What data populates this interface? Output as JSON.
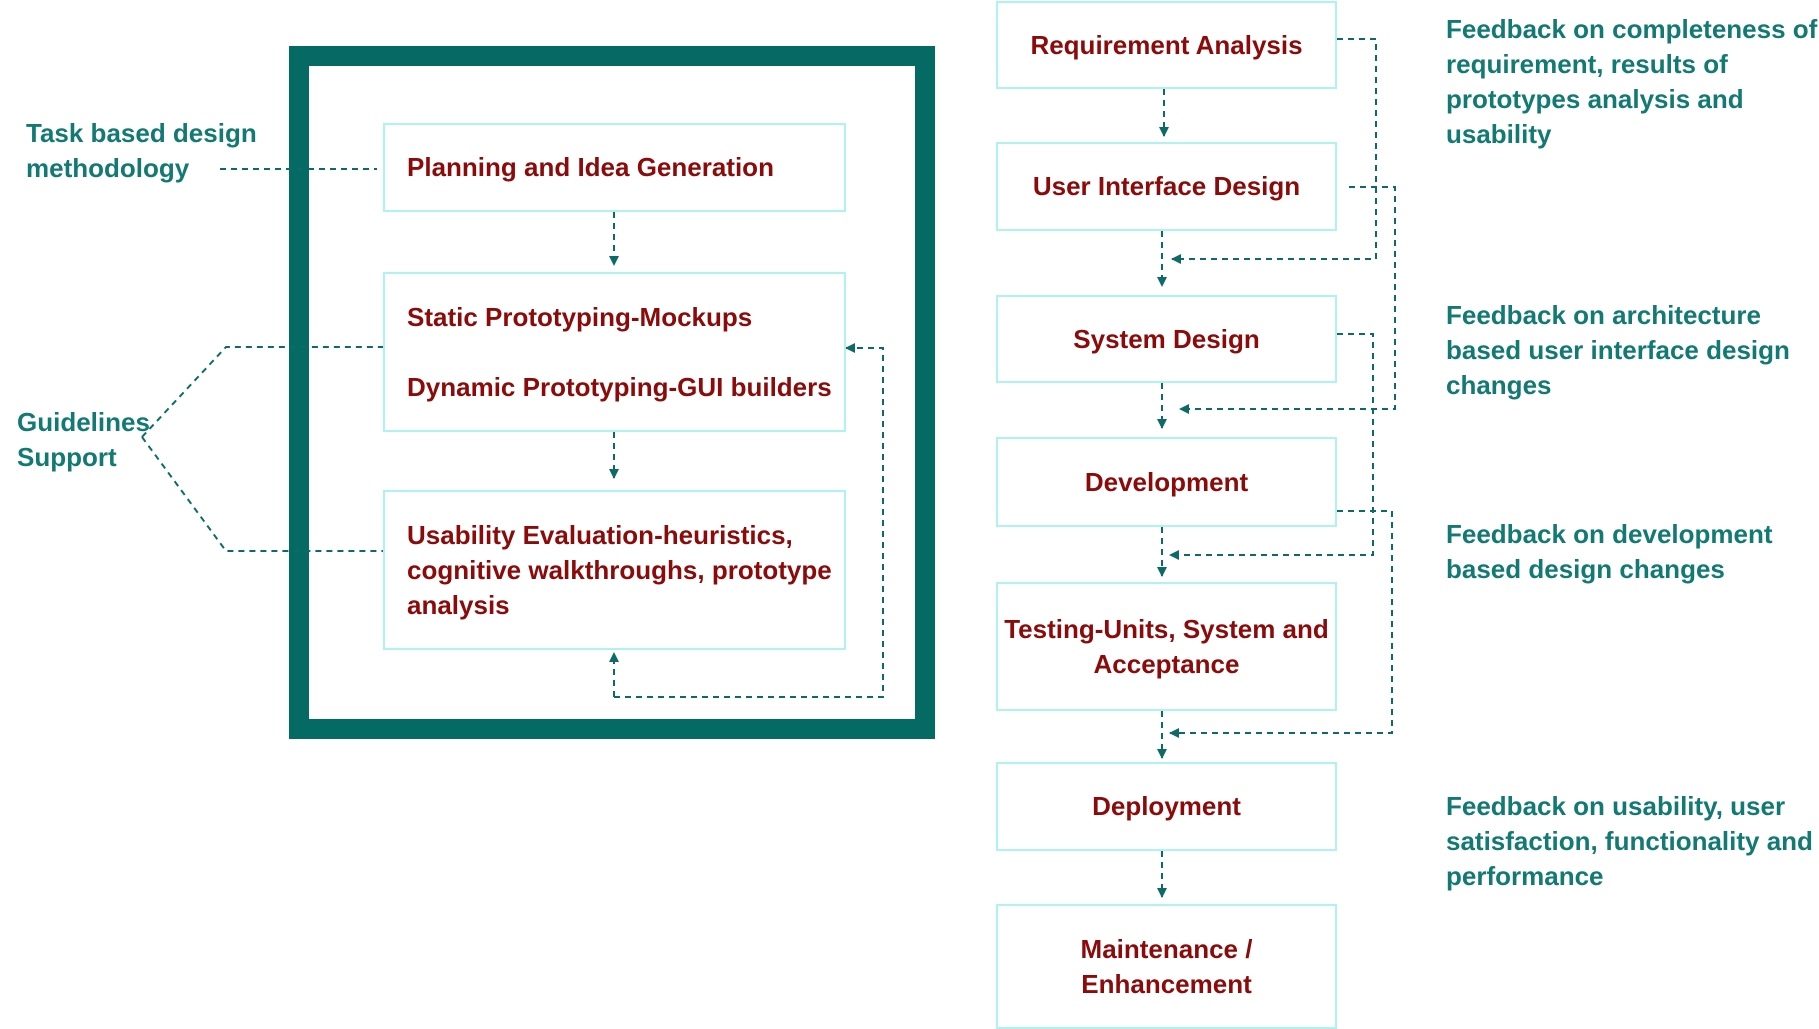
{
  "colors": {
    "frame": "#056a64",
    "box_border": "#aef3f0",
    "box_text": "#8b0b0b",
    "label_text": "#137a73",
    "connector": "#0c6b66"
  },
  "left": {
    "boxes": {
      "planning": "Planning and Idea Generation",
      "static_proto": "Static Prototyping-Mockups",
      "dynamic_proto": "Dynamic Prototyping-GUI builders",
      "usability_eval": "Usability Evaluation-heuristics,\ncognitive walkthroughs, prototype\nanalysis"
    },
    "labels": {
      "task_based": "Task based design\nmethodology",
      "guidelines": "Guidelines\nSupport"
    }
  },
  "right": {
    "steps": [
      "Requirement Analysis",
      "User Interface Design",
      "System Design",
      "Development",
      "Testing-Units, System and\nAcceptance",
      "Deployment",
      "Maintenance /\nEnhancement"
    ],
    "feedback": [
      "Feedback on completeness of\nrequirement, results of\nprototypes analysis and\nusability",
      "Feedback on architecture\nbased user interface design\nchanges",
      "Feedback on development\nbased design changes",
      "Feedback on usability, user\nsatisfaction, functionality and\nperformance"
    ]
  }
}
